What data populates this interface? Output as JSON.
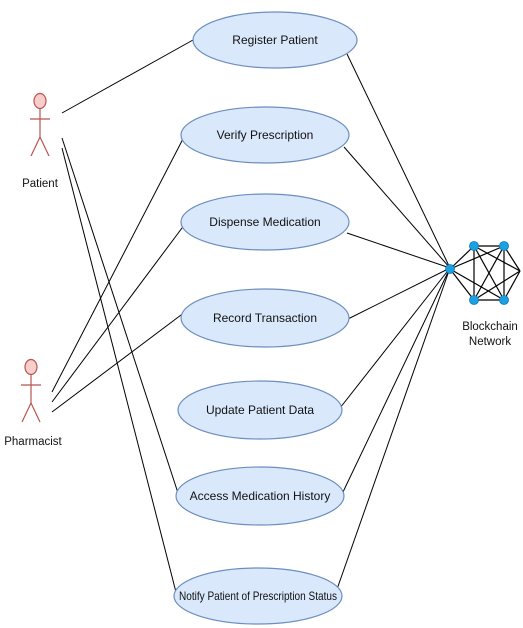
{
  "actors": {
    "patient": "Patient",
    "pharmacist": "Pharmacist",
    "blockchain": [
      "Blockchain",
      "Network"
    ]
  },
  "use_cases": [
    "Register Patient",
    "Verify Prescription",
    "Dispense Medication",
    "Record Transaction",
    "Update Patient Data",
    "Access Medication History",
    "Notify Patient of Prescription Status"
  ],
  "colors": {
    "use_case_fill": "#dae8fc",
    "use_case_stroke": "#6c8ebf",
    "actor_fill": "#f8cecc",
    "actor_stroke": "#b85450",
    "node_fill": "#1ba1e2",
    "line": "#000000"
  }
}
